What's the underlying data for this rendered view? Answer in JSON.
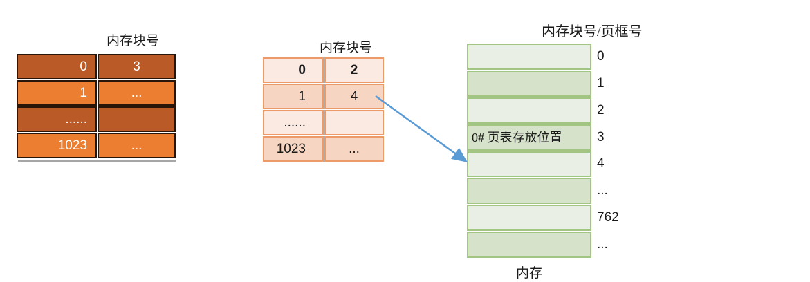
{
  "colors": {
    "left_row_dark": "#ba5a27",
    "left_row_light": "#ec7e31",
    "left_border": "#2a1608",
    "middle_row_light": "#fbeae2",
    "middle_row_shade": "#f7d5c3",
    "middle_border": "#ec9a67",
    "memory_row_light": "#e9efe4",
    "memory_row_shade": "#d7e2cb",
    "memory_border": "#a3c584",
    "arrow_blue": "#5b9bd5",
    "text_dark": "#1a1a1a",
    "text_light": "#ffffff"
  },
  "left_table": {
    "header": "内存块号",
    "rows": [
      [
        "0",
        "3"
      ],
      [
        "1",
        "..."
      ],
      [
        "......",
        ""
      ],
      [
        "1023",
        "..."
      ]
    ]
  },
  "middle_table": {
    "header": "内存块号",
    "rows": [
      [
        "0",
        "2"
      ],
      [
        "1",
        "4"
      ],
      [
        "......",
        ""
      ],
      [
        "1023",
        "..."
      ]
    ]
  },
  "memory_table": {
    "header": "内存块号/页框号",
    "caption": "内存",
    "rows": [
      {
        "text": "",
        "label": "0"
      },
      {
        "text": "",
        "label": "1"
      },
      {
        "text": "",
        "label": "2"
      },
      {
        "text": "0# 页表存放位置",
        "label": "3"
      },
      {
        "text": "",
        "label": "4"
      },
      {
        "text": "",
        "label": "..."
      },
      {
        "text": "",
        "label": "762"
      },
      {
        "text": "",
        "label": "..."
      }
    ]
  }
}
